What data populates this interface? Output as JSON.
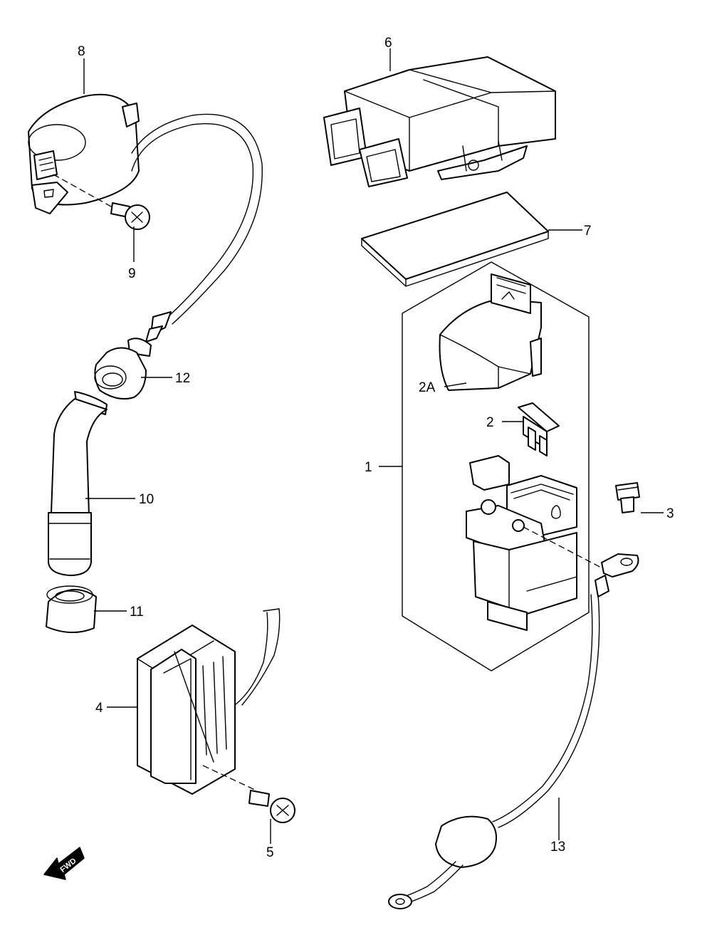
{
  "callouts": {
    "p1": "1",
    "p2": "2",
    "p2a": "2A",
    "p3": "3",
    "p4": "4",
    "p5": "5",
    "p6": "6",
    "p7": "7",
    "p8": "8",
    "p9": "9",
    "p10": "10",
    "p11": "11",
    "p12": "12",
    "p13": "13"
  },
  "fwd_label": "FWD",
  "colors": {
    "line": "#000000",
    "fill": "#ffffff"
  }
}
